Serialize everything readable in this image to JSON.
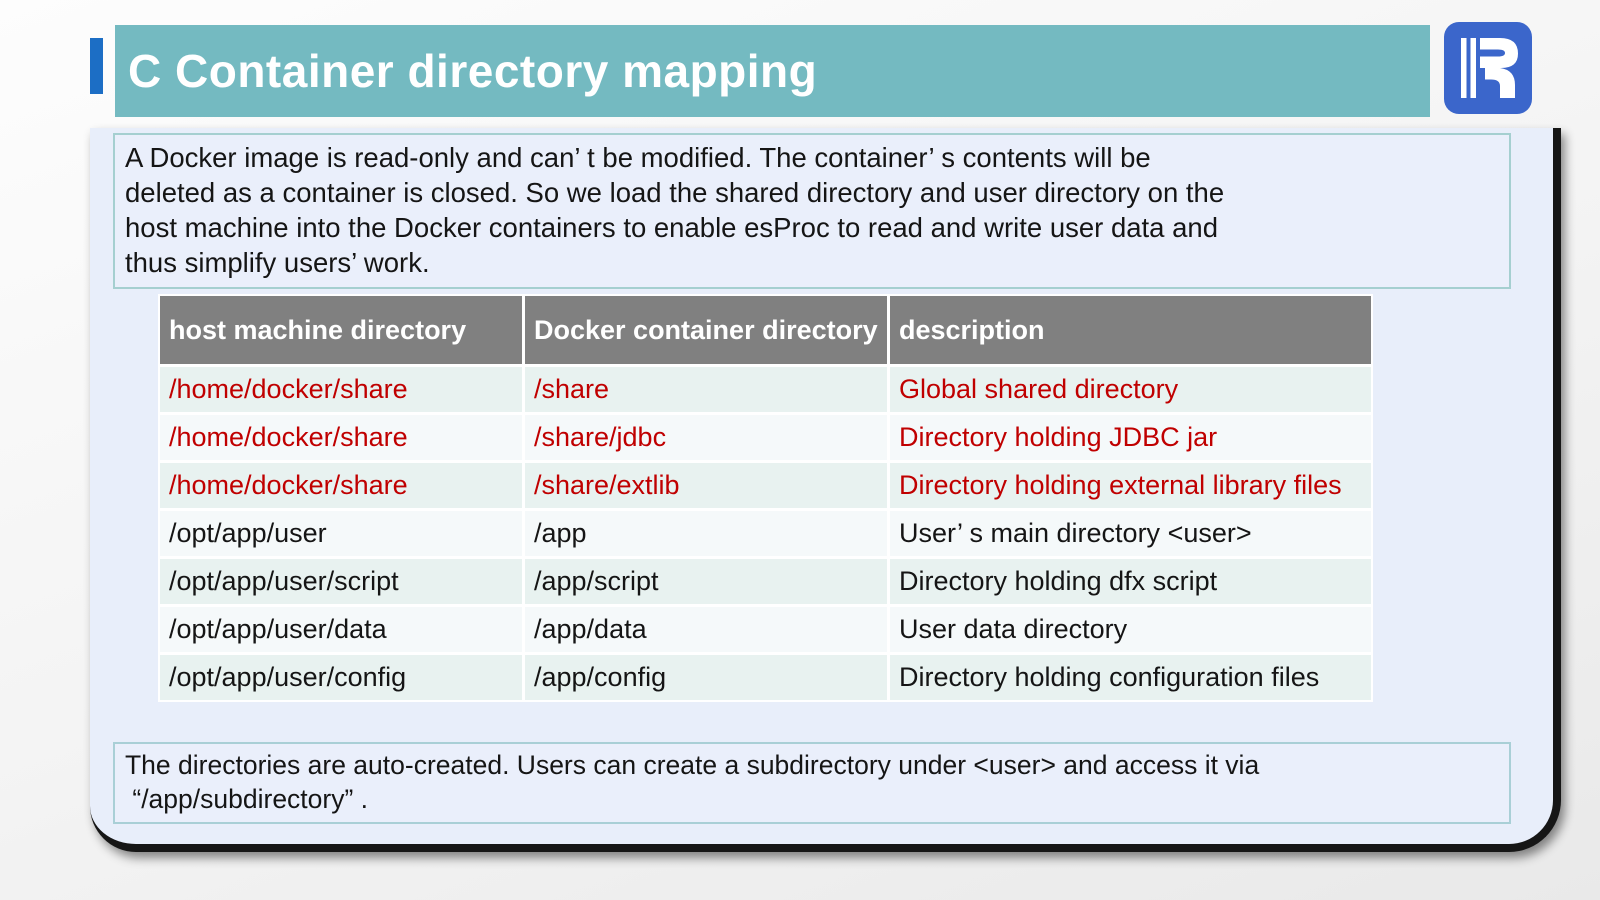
{
  "slide": {
    "title": "C Container directory mapping",
    "intro": "A Docker image is read-only and can’ t be modified. The container’ s contents will be\ndeleted as a container is closed. So we load the shared directory and user directory on the\nhost machine into the Docker containers to enable esProc to read and write user data and\nthus simplify users’ work.",
    "note": "The directories are auto-created. Users can create a subdirectory under <user> and access it via\n “/app/subdirectory” .",
    "logo_name": "raqsoft-logo"
  },
  "table": {
    "headers": [
      "host machine directory",
      "Docker container directory",
      "description"
    ],
    "rows": [
      {
        "host": "/home/docker/share",
        "container": "/share",
        "description": "Global shared directory",
        "highlight": true
      },
      {
        "host": "/home/docker/share",
        "container": "/share/jdbc",
        "description": "Directory holding JDBC jar",
        "highlight": true
      },
      {
        "host": "/home/docker/share",
        "container": "/share/extlib",
        "description": "Directory holding external library files",
        "highlight": true
      },
      {
        "host": "/opt/app/user",
        "container": "/app",
        "description": "User’ s main directory <user>",
        "highlight": false
      },
      {
        "host": "/opt/app/user/script",
        "container": "/app/script",
        "description": "Directory holding dfx script",
        "highlight": false
      },
      {
        "host": "/opt/app/user/data",
        "container": "/app/data",
        "description": "User data directory",
        "highlight": false
      },
      {
        "host": "/opt/app/user/config",
        "container": "/app/config",
        "description": "Directory holding configuration files",
        "highlight": false
      }
    ]
  },
  "colors": {
    "title_bar": "#74bac1",
    "accent_bar": "#1c6ec5",
    "logo_blue": "#3b66cb",
    "header_gray": "#808080",
    "highlight_red": "#c00000",
    "row_mint": "#e8f2f0",
    "row_light": "#f5f9fa",
    "card_bg": "#e8eefa",
    "box_border_teal": "#a5cfd0"
  }
}
